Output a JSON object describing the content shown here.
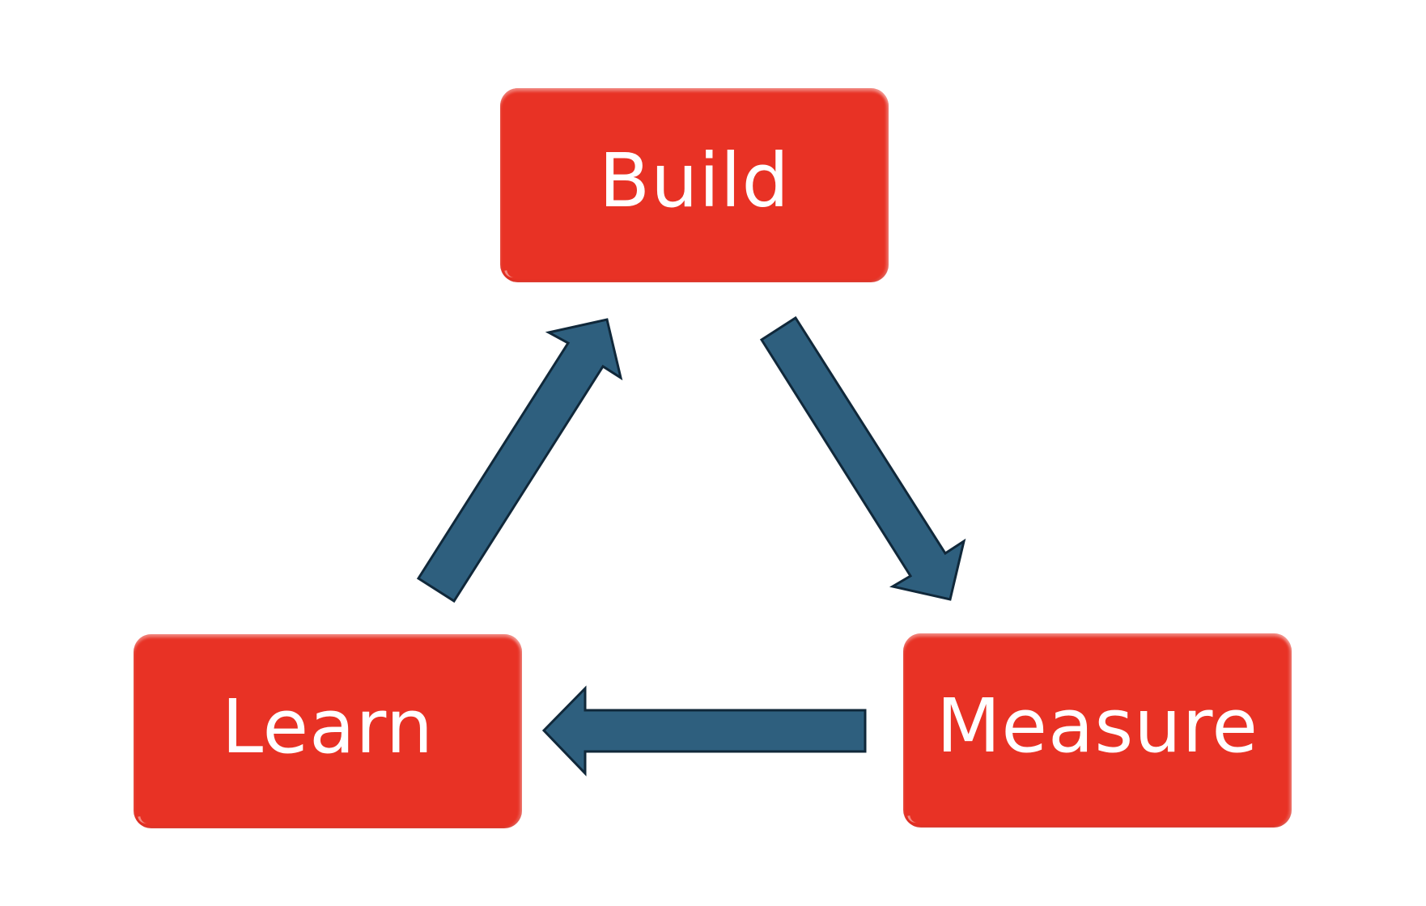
{
  "diagram": {
    "type": "cycle",
    "nodes": [
      {
        "id": "build",
        "label": "Build"
      },
      {
        "id": "measure",
        "label": "Measure"
      },
      {
        "id": "learn",
        "label": "Learn"
      }
    ],
    "edges": [
      {
        "from": "build",
        "to": "measure"
      },
      {
        "from": "measure",
        "to": "learn"
      },
      {
        "from": "learn",
        "to": "build"
      }
    ],
    "colors": {
      "node_fill": "#e83225",
      "node_text": "#ffffff",
      "arrow_fill": "#2e5f7e",
      "arrow_stroke": "#10283a",
      "background": "#ffffff"
    }
  }
}
